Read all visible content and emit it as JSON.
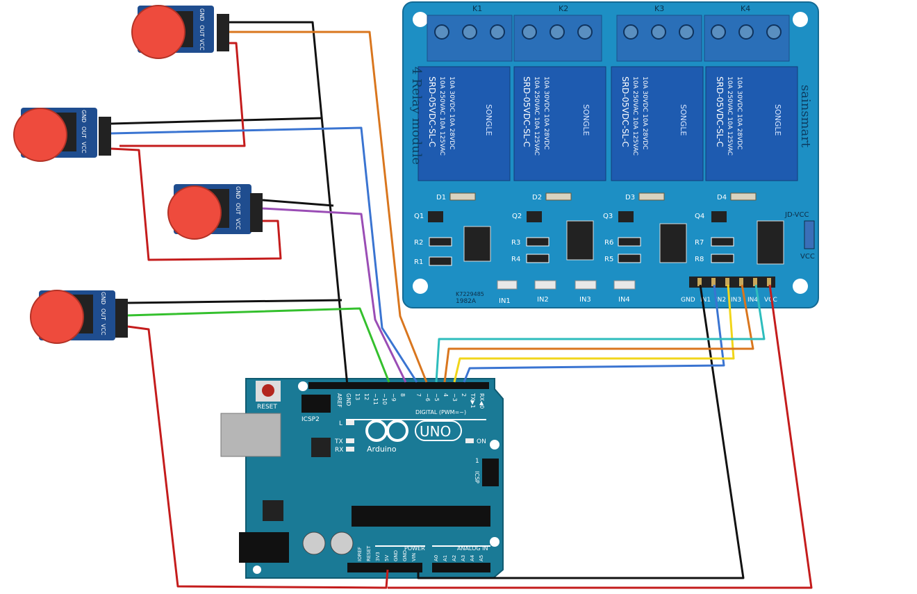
{
  "buttons": [
    {
      "gnd": "GND",
      "out": "OUT",
      "vcc": "VCC"
    },
    {
      "gnd": "GND",
      "out": "OUT",
      "vcc": "VCC"
    },
    {
      "gnd": "GND",
      "out": "OUT",
      "vcc": "VCC"
    },
    {
      "gnd": "GND",
      "out": "OUT",
      "vcc": "VCC"
    }
  ],
  "relay_module": {
    "relays": [
      {
        "tag": "K1",
        "d": "D1",
        "q": "Q1",
        "in": "IN1",
        "model": "SRD-05VDC-SL-C",
        "brand": "SONGLE",
        "rating1": "10A 250VAC 10A 125VAC",
        "rating2": "10A 30VDC 10A 28VDC"
      },
      {
        "tag": "K2",
        "d": "D2",
        "q": "Q2",
        "in": "IN2",
        "model": "SRD-05VDC-SL-C",
        "brand": "SONGLE",
        "rating1": "10A 250VAC 10A 125VAC",
        "rating2": "10A 30VDC 10A 28VDC"
      },
      {
        "tag": "K3",
        "d": "D3",
        "q": "Q3",
        "in": "IN3",
        "model": "SRD-05VDC-SL-C",
        "brand": "SONGLE",
        "rating1": "10A 250VAC 10A 125VAC",
        "rating2": "10A 30VDC 10A 28VDC"
      },
      {
        "tag": "K4",
        "d": "D4",
        "q": "Q4",
        "in": "IN4",
        "model": "SRD-05VDC-SL-C",
        "brand": "SONGLE",
        "rating1": "10A 250VAC 10A 125VAC",
        "rating2": "10A 30VDC 10A 28VDC"
      }
    ],
    "resistors": [
      "R2",
      "R1",
      "R3",
      "R4",
      "R6",
      "R5",
      "R7",
      "R8"
    ],
    "title": "4 Relay module",
    "brand": "sainsmart",
    "jd_vcc": "JD-VCC",
    "vcc_jumper": "VCC",
    "code": "K7229485",
    "year": "1982A",
    "header_pins": [
      "GND",
      "IN1",
      "IN2",
      "IN3",
      "IN4",
      "VCC"
    ]
  },
  "arduino": {
    "reset": "RESET",
    "icsp2": "ICSP2",
    "logo": "Arduino",
    "model": "UNO",
    "digital_title": "DIGITAL (PWM=~)",
    "digital_pins": [
      "AREF",
      "GND",
      "13",
      "12",
      "~11",
      "~10",
      "~9",
      "8",
      "7",
      "~6",
      "~5",
      "4",
      "~3",
      "2",
      "TX▶1",
      "RX◀0"
    ],
    "led_l": "L",
    "led_tx": "TX",
    "led_rx": "RX",
    "on": "ON",
    "icsp": "ICSP",
    "icsp_pin1": "1",
    "power_title": "POWER",
    "power_pins": [
      "IOREF",
      "RESET",
      "3V3",
      "5V",
      "GND",
      "GND",
      "VIN"
    ],
    "analog_title": "ANALOG IN",
    "analog_pins": [
      "A0",
      "A1",
      "A2",
      "A3",
      "A4",
      "A5"
    ]
  },
  "colors": {
    "relay_board": "#1d8fc4",
    "arduino_board": "#1a7a96",
    "terminal": "#2a6fb8",
    "relay_cube": "#1e5bb0",
    "button_cap": "#ee4b3d",
    "button_pcb": "#1f4d8f",
    "wire_black": "#111111",
    "wire_red": "#c41c1c",
    "wire_orange": "#d9761e",
    "wire_blue": "#3a74d1",
    "wire_purple": "#9a4db5",
    "wire_green": "#34c02d",
    "wire_cyan": "#2ebdbd",
    "wire_yellow": "#f1d51a"
  }
}
